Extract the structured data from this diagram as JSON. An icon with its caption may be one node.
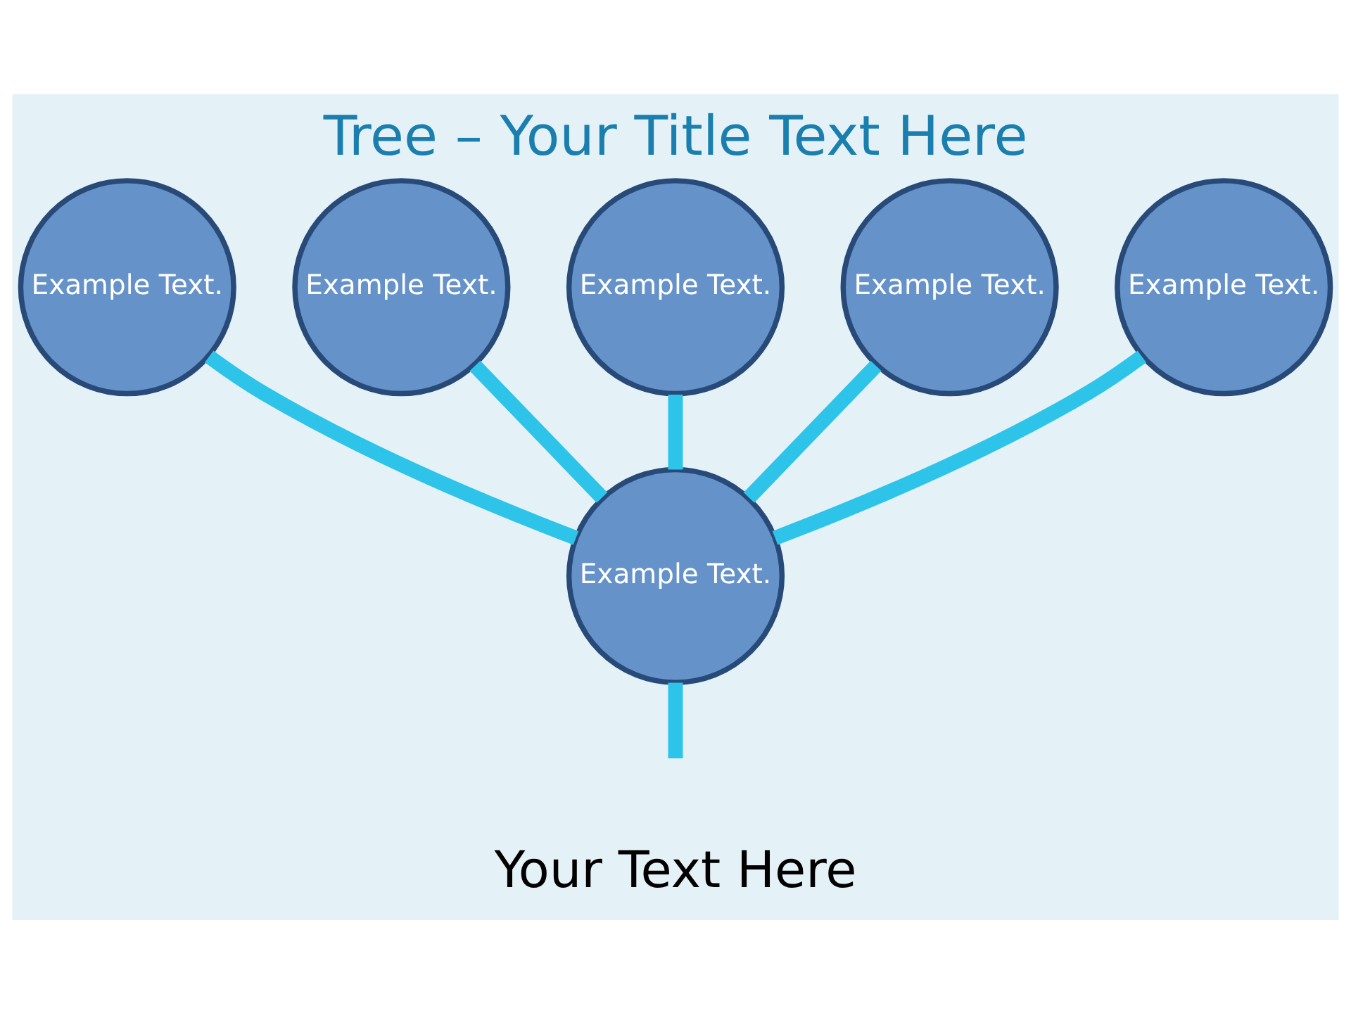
{
  "diagram": {
    "title": "Tree – Your Title Text Here",
    "nodes": [
      {
        "text": [
          "Example Text."
        ]
      },
      {
        "text": [
          "Example Text."
        ]
      },
      {
        "text": [
          "Example Text."
        ]
      },
      {
        "text": [
          "Example Text."
        ]
      },
      {
        "text": [
          "Example Text."
        ]
      },
      {
        "text": [
          "Example Text."
        ]
      }
    ],
    "edges": [
      {
        "from": null,
        "to": 5,
        "arrow": "none"
      },
      {
        "from": 5,
        "to": 3,
        "arrow": "none"
      },
      {
        "from": 5,
        "to": 4,
        "arrow": "none"
      },
      {
        "from": 5,
        "to": 1,
        "arrow": "none"
      },
      {
        "from": 5,
        "to": 2,
        "arrow": "none"
      },
      {
        "from": 5,
        "to": 0,
        "arrow": "none"
      }
    ],
    "labels": [
      "Your Text Here"
    ]
  }
}
